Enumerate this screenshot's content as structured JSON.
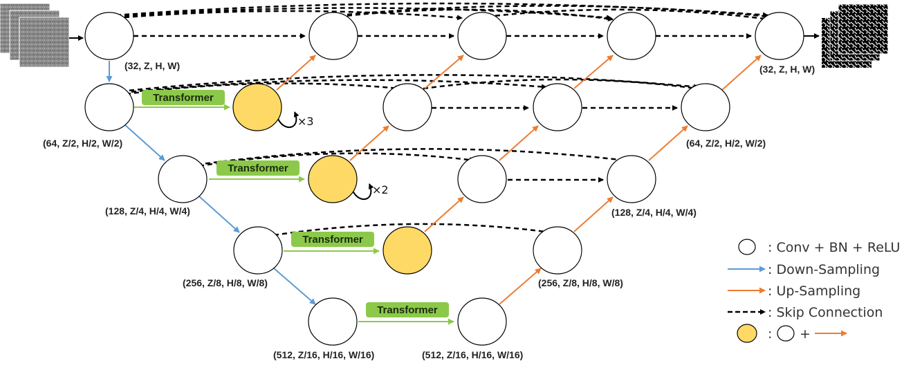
{
  "colors": {
    "down": "#5b9bd5",
    "up": "#ed7d31",
    "skip": "#000000",
    "transformer_fill": "#8cc94a",
    "transformer_line": "#8cc94a",
    "yellow_node": "#ffd966"
  },
  "dims": {
    "l1_in": "(32, Z, H, W)",
    "l1_out": "(32, Z, H, W)",
    "l2_in": "(64, Z/2, H/2, W/2)",
    "l2_out": "(64, Z/2, H/2, W/2)",
    "l3_in": "(128, Z/4, H/4, W/4)",
    "l3_out": "(128, Z/4, H/4, W/4)",
    "l4_in": "(256, Z/8, H/8, W/8)",
    "l4_out": "(256, Z/8, H/8, W/8)",
    "l5_in": "(512, Z/16, H/16, W/16)",
    "l5_out": "(512, Z/16, H/16, W/16)"
  },
  "transformer_label": "Transformer",
  "repeats": {
    "r2": "×3",
    "r3": "×2"
  },
  "legend": {
    "conv": ": Conv + BN + ReLU",
    "down": ": Down-Sampling",
    "up": ": Up-Sampling",
    "skip": ": Skip Connection",
    "combo_prefix": ":",
    "combo_plus": "+"
  }
}
